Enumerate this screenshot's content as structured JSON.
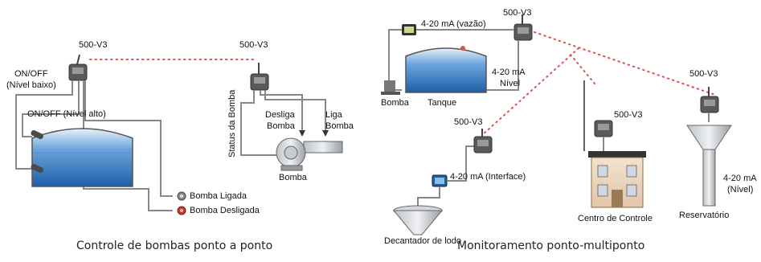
{
  "left": {
    "caption": "Controle de bombas ponto a ponto",
    "radio_a": "500-V3",
    "radio_b": "500-V3",
    "onoff_low_1": "ON/OFF",
    "onoff_low_2": "(Nível baixo)",
    "onoff_high": "ON/OFF (Nível alto)",
    "status": "Status da Bomba",
    "desliga_1": "Desliga",
    "desliga_2": "Bomba",
    "liga_1": "Liga",
    "liga_2": "Bomba",
    "pump": "Bomba",
    "legend_on": "Bomba Ligada",
    "legend_off": "Bomba Desligada"
  },
  "right": {
    "caption": "Monitoramento ponto-multiponto",
    "flow": "4-20 mA (vazão)",
    "radio_top": "500-V3",
    "level_1": "4-20 mA",
    "level_2": "Nível",
    "pump": "Bomba",
    "tank": "Tanque",
    "radio_lodo": "500-V3",
    "interface": "4-20 mA (Interface)",
    "decanter": "Decantador de lodo",
    "radio_center": "500-V3",
    "control_center": "Centro de Controle",
    "radio_res": "500-V3",
    "res_level_1": "4-20 mA",
    "res_level_2": "(Nível)",
    "reservoir": "Reservatório"
  },
  "colors": {
    "link": "#d9534f",
    "pipe": "#777777",
    "water": "#3a7fc4",
    "device": "#555555",
    "led_on": "#888888",
    "led_off": "#c0392b"
  }
}
